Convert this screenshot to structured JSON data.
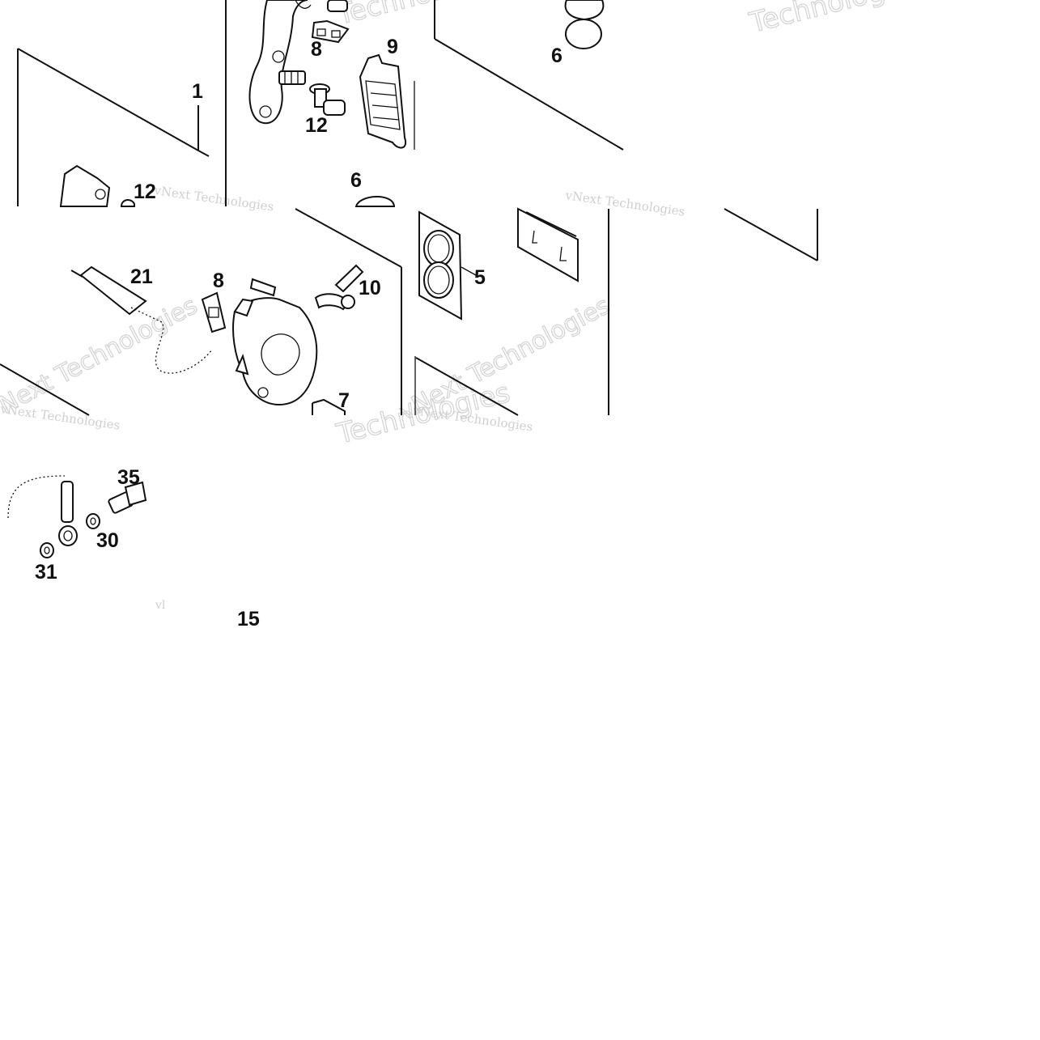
{
  "diagram": {
    "callouts": {
      "c1": "1",
      "c5": "5",
      "c6a": "6",
      "c6b": "6",
      "c7": "7",
      "c8a": "8",
      "c8b": "8",
      "c9": "9",
      "c10": "10",
      "c12a": "12",
      "c12b": "12",
      "c15": "15",
      "c21": "21",
      "c30": "30",
      "c31": "31",
      "c35": "35"
    },
    "watermarks": {
      "w1": "Technologies",
      "w2": "Technologies",
      "w3": "vNext Technologies",
      "w4": "vNext Technologies",
      "w5": "vNext Technologies",
      "w6": "vNext Technologies",
      "w7": "Technologies",
      "w8": "vNext Technologies",
      "w9": "vNext Technologies",
      "w10": "vl"
    }
  }
}
